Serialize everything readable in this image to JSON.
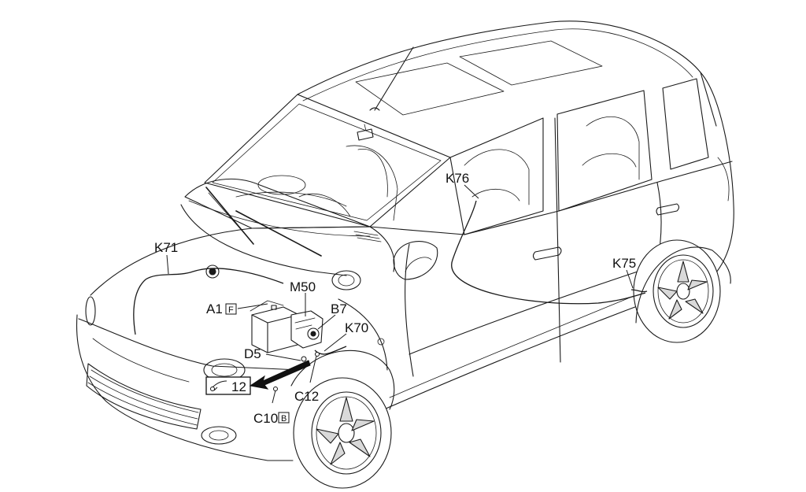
{
  "labels": {
    "k71": "K71",
    "k76": "K76",
    "k75": "K75",
    "m50": "M50",
    "a1": "A1",
    "a1_badge": "F",
    "b7": "B7",
    "k70": "K70",
    "d5": "D5",
    "c12": "C12",
    "c10": "C10",
    "c10_badge": "B",
    "inset_num": "12"
  }
}
